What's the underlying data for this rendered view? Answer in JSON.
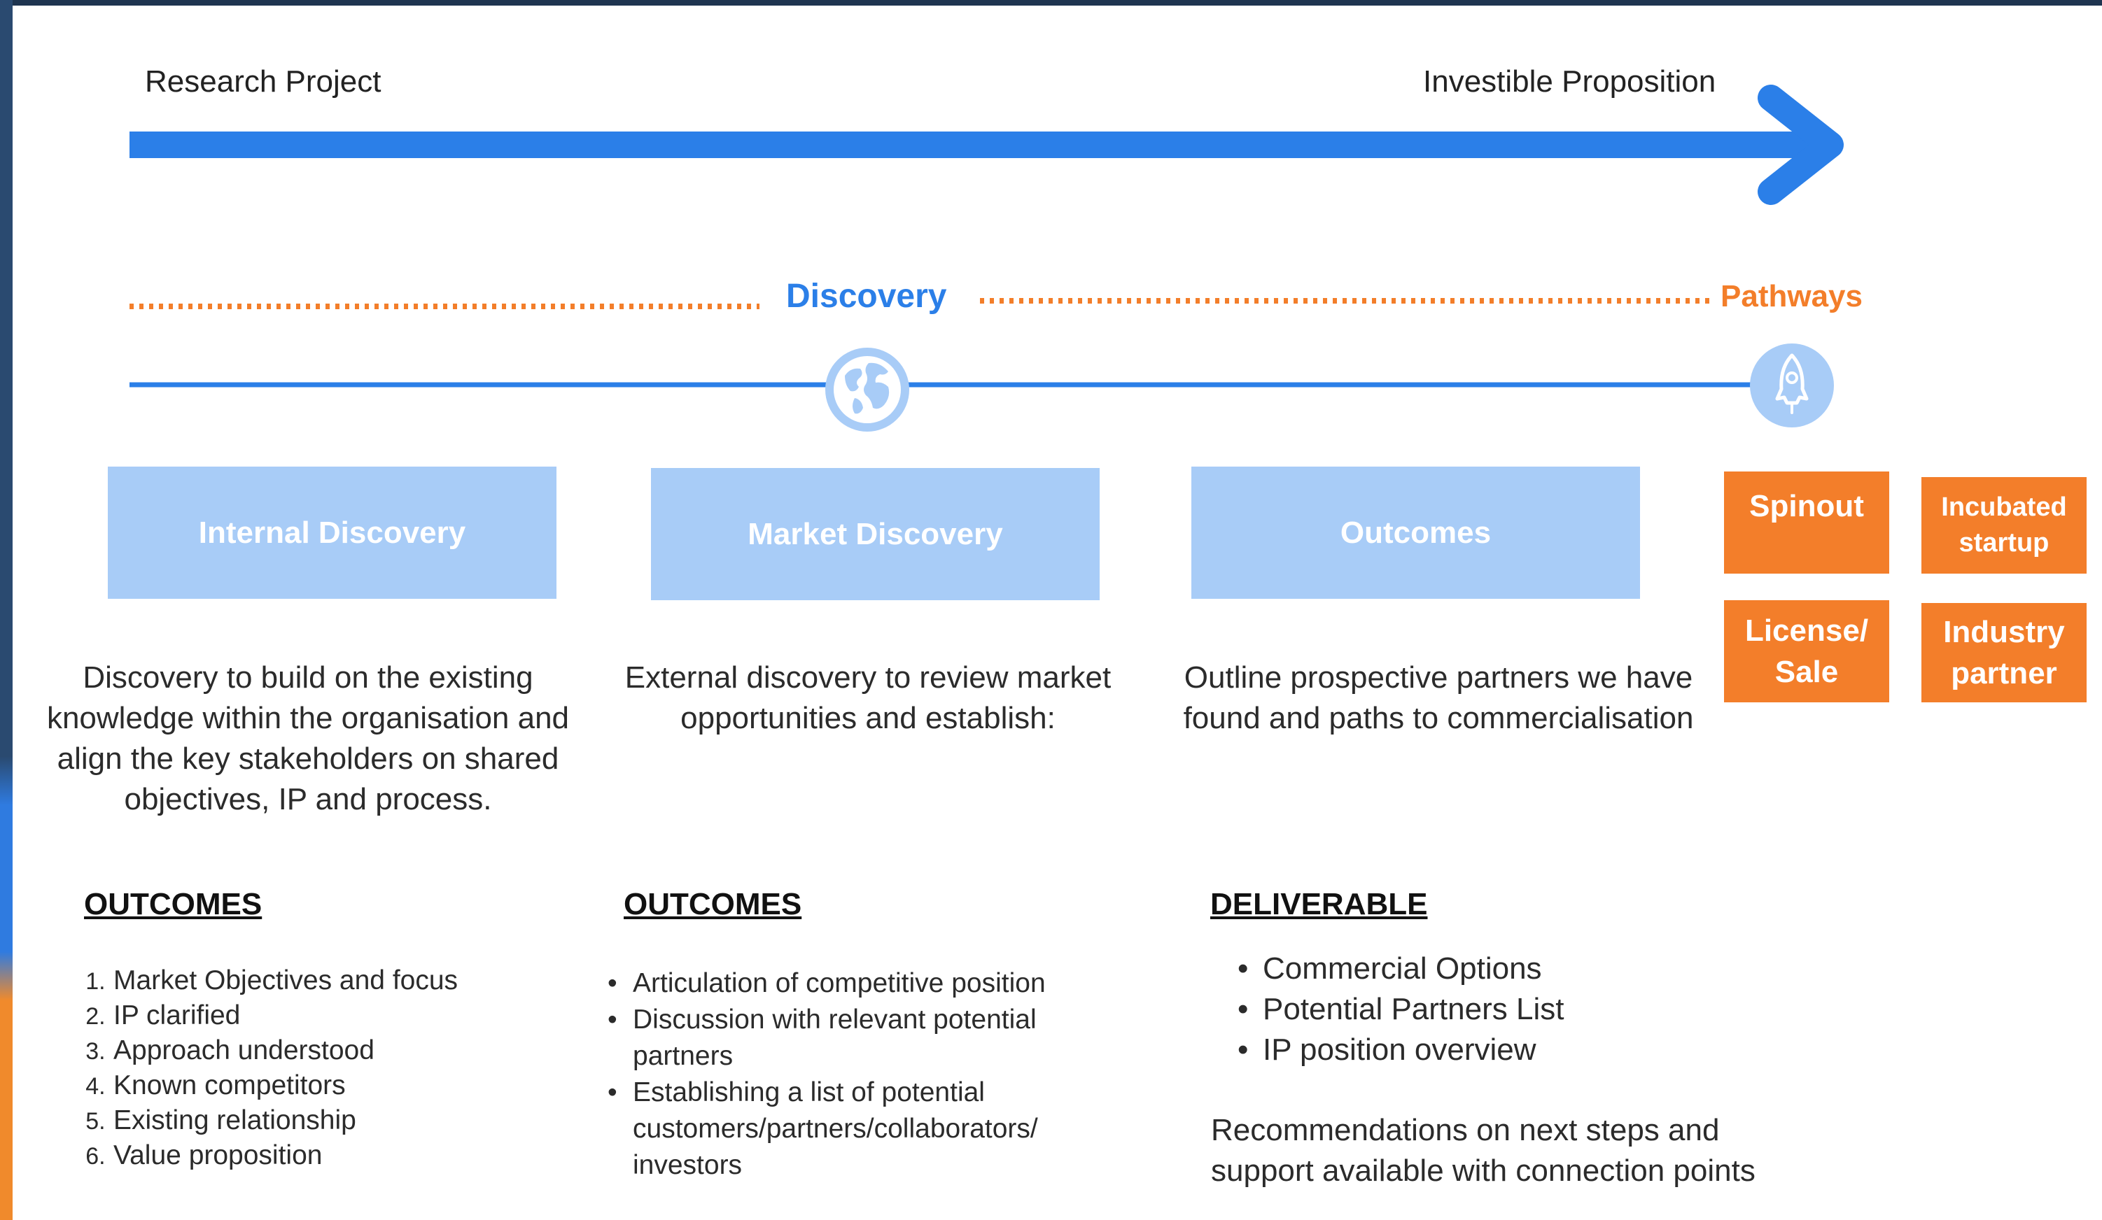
{
  "top": {
    "left_label": "Research Project",
    "right_label": "Investible Proposition"
  },
  "milestones": {
    "discovery_label": "Discovery",
    "pathways_label": "Pathways"
  },
  "stages": [
    {
      "title": "Internal Discovery",
      "description_lines": [
        "Discovery to build on the existing",
        "knowledge within the organisation and",
        "align the key stakeholders on shared",
        "objectives, IP and process."
      ],
      "heading": "OUTCOMES",
      "items": [
        "Market Objectives and focus",
        "IP clarified",
        "Approach understood",
        "Known competitors",
        "Existing relationship",
        "Value proposition"
      ]
    },
    {
      "title": "Market Discovery",
      "description_lines": [
        "External discovery to review market",
        "opportunities and establish:"
      ],
      "heading": "OUTCOMES",
      "items": [
        "Articulation of competitive position",
        "Discussion with relevant potential partners",
        "Establishing a list of potential customers/partners/collaborators/ investors"
      ]
    },
    {
      "title": "Outcomes",
      "description_lines": [
        "Outline prospective partners we have",
        "found and paths to commercialisation"
      ],
      "heading": "DELIVERABLE",
      "items": [
        "Commercial Options",
        "Potential Partners List",
        "IP position overview"
      ],
      "note_lines": [
        "Recommendations on next steps and",
        "support available with connection points"
      ]
    }
  ],
  "pathways": {
    "spinout": "Spinout",
    "incubated_startup": [
      "Incubated",
      "startup"
    ],
    "license_sale": [
      "License/",
      "Sale"
    ],
    "industry_partner": [
      "Industry",
      "partner"
    ]
  },
  "icons": {
    "discovery": "globe-icon",
    "pathways": "rocket-icon"
  },
  "colors": {
    "arrow_blue": "#2b7fe8",
    "milestone_text_blue": "#2b7fe8",
    "dotted_orange": "#f37e2a",
    "box_blue": "#a8ccf7",
    "box_orange": "#f37e2a",
    "circle_blue": "#a8ccf7"
  }
}
